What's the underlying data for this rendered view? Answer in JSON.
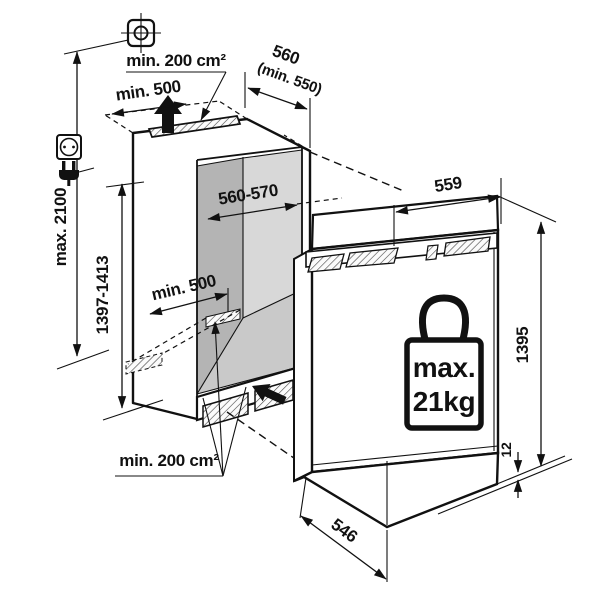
{
  "diagram": {
    "title": "Built-in appliance installation dimensions",
    "labels": {
      "ventilation_top": "min. 200 cm²",
      "clearance_above": "min. 500",
      "cabinet_depth": "560",
      "cabinet_depth_min": "(min. 550)",
      "niche_width": "560-570",
      "floor_clearance": "min. 500",
      "ventilation_bottom": "min. 200 cm²",
      "max_socket_height": "max. 2100",
      "niche_height": "1397-1413",
      "appliance_width": "559",
      "appliance_height": "1395",
      "base_gap": "12",
      "appliance_depth": "546",
      "door_weight_line1": "max.",
      "door_weight_line2": "21kg"
    },
    "icons": {
      "datum": "crosshair-datum",
      "socket": "power-socket",
      "plug": "power-plug",
      "airflow_out": "airflow-up-arrow",
      "airflow_in": "airflow-in-arrow",
      "weight": "weight-21kg"
    },
    "colors": {
      "line": "#111111",
      "interior_left_wall": "#b4b4b4",
      "interior_back_wall": "#d8d8d8",
      "interior_floor": "#c9c9c9",
      "background": "#ffffff"
    }
  }
}
